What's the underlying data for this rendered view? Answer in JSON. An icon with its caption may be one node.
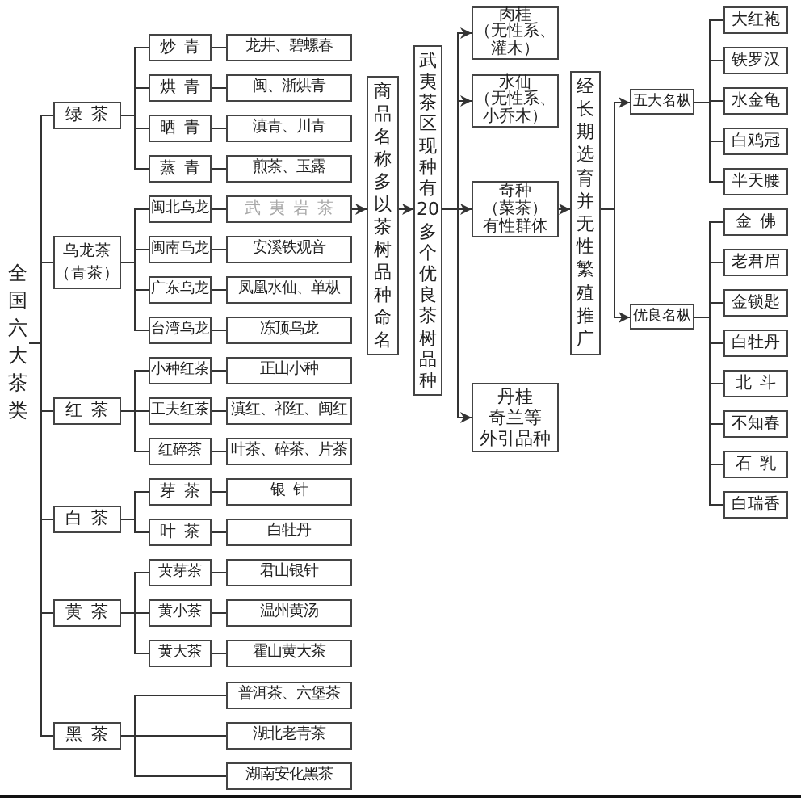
{
  "diagram": {
    "nodes": [
      {
        "text": [
          "全国六大茶类"
        ]
      },
      {
        "text": [
          "绿茶"
        ]
      },
      {
        "text": [
          "炒青"
        ]
      },
      {
        "text": [
          "龙井、碧螺春"
        ]
      },
      {
        "text": [
          "烘青"
        ]
      },
      {
        "text": [
          "闽、浙烘青"
        ]
      },
      {
        "text": [
          "晒青"
        ]
      },
      {
        "text": [
          "滇青、川青"
        ]
      },
      {
        "text": [
          "蒸青"
        ]
      },
      {
        "text": [
          "煎茶、玉露"
        ]
      },
      {
        "text": [
          "乌龙茶（青茶）"
        ]
      },
      {
        "text": [
          "闽北乌龙"
        ]
      },
      {
        "text": [
          "武夷岩茶"
        ]
      },
      {
        "text": [
          "闽南乌龙"
        ]
      },
      {
        "text": [
          "安溪铁观音"
        ]
      },
      {
        "text": [
          "广东乌龙"
        ]
      },
      {
        "text": [
          "凤凰水仙、单枞"
        ]
      },
      {
        "text": [
          "台湾乌龙"
        ]
      },
      {
        "text": [
          "冻顶乌龙"
        ]
      },
      {
        "text": [
          "红茶"
        ]
      },
      {
        "text": [
          "小种红茶"
        ]
      },
      {
        "text": [
          "正山小种"
        ]
      },
      {
        "text": [
          "工夫红茶"
        ]
      },
      {
        "text": [
          "滇红、祁红、闽红"
        ]
      },
      {
        "text": [
          "红碎茶"
        ]
      },
      {
        "text": [
          "叶茶、碎茶、片茶"
        ]
      },
      {
        "text": [
          "白茶"
        ]
      },
      {
        "text": [
          "芽茶"
        ]
      },
      {
        "text": [
          "银针"
        ]
      },
      {
        "text": [
          "叶茶"
        ]
      },
      {
        "text": [
          "白牡丹"
        ]
      },
      {
        "text": [
          "黄茶"
        ]
      },
      {
        "text": [
          "黄芽茶"
        ]
      },
      {
        "text": [
          "君山银针"
        ]
      },
      {
        "text": [
          "黄小茶"
        ]
      },
      {
        "text": [
          "温州黄汤"
        ]
      },
      {
        "text": [
          "黄大茶"
        ]
      },
      {
        "text": [
          "霍山黄大茶"
        ]
      },
      {
        "text": [
          "黑茶"
        ]
      },
      {
        "text": [
          "普洱茶、六堡茶"
        ]
      },
      {
        "text": [
          "湖北老青茶"
        ]
      },
      {
        "text": [
          "湖南安化黑茶"
        ]
      },
      {
        "text": [
          "商品名称多以茶树品种命名"
        ]
      },
      {
        "text": [
          "武夷茶区现种有20多个优良茶树品种"
        ]
      },
      {
        "text": [
          "肉桂",
          "（无性系、灌木）"
        ]
      },
      {
        "text": [
          "水仙",
          "（无性系、小乔木）"
        ]
      },
      {
        "text": [
          "奇种",
          "（菜茶）有性群体"
        ]
      },
      {
        "text": [
          "丹桂",
          "奇兰等",
          "外引品种"
        ]
      },
      {
        "text": [
          "经长期选育并无性繁殖推广"
        ]
      },
      {
        "text": [
          "五大名枞"
        ]
      },
      {
        "text": [
          "大红袍"
        ]
      },
      {
        "text": [
          "铁罗汉"
        ]
      },
      {
        "text": [
          "水金龟"
        ]
      },
      {
        "text": [
          "白鸡冠"
        ]
      },
      {
        "text": [
          "半天腰"
        ]
      },
      {
        "text": [
          "优良名枞"
        ]
      },
      {
        "text": [
          "金佛"
        ]
      },
      {
        "text": [
          "老君眉"
        ]
      },
      {
        "text": [
          "金锁匙"
        ]
      },
      {
        "text": [
          "白牡丹"
        ]
      },
      {
        "text": [
          "北斗"
        ]
      },
      {
        "text": [
          "不知春"
        ]
      },
      {
        "text": [
          "石乳"
        ]
      },
      {
        "text": [
          "白瑞香"
        ]
      }
    ],
    "edges": [
      {
        "from": 0,
        "to": 1,
        "arrow": "none"
      },
      {
        "from": 0,
        "to": 10,
        "arrow": "none"
      },
      {
        "from": 0,
        "to": 19,
        "arrow": "none"
      },
      {
        "from": 0,
        "to": 26,
        "arrow": "none"
      },
      {
        "from": 0,
        "to": 31,
        "arrow": "none"
      },
      {
        "from": 0,
        "to": 38,
        "arrow": "none"
      },
      {
        "from": 1,
        "to": 2,
        "arrow": "none"
      },
      {
        "from": 1,
        "to": 4,
        "arrow": "none"
      },
      {
        "from": 1,
        "to": 6,
        "arrow": "none"
      },
      {
        "from": 1,
        "to": 8,
        "arrow": "none"
      },
      {
        "from": 10,
        "to": 11,
        "arrow": "none"
      },
      {
        "from": 10,
        "to": 13,
        "arrow": "none"
      },
      {
        "from": 10,
        "to": 15,
        "arrow": "none"
      },
      {
        "from": 10,
        "to": 17,
        "arrow": "none"
      },
      {
        "from": 19,
        "to": 20,
        "arrow": "none"
      },
      {
        "from": 19,
        "to": 22,
        "arrow": "none"
      },
      {
        "from": 19,
        "to": 24,
        "arrow": "none"
      },
      {
        "from": 26,
        "to": 27,
        "arrow": "none"
      },
      {
        "from": 26,
        "to": 29,
        "arrow": "none"
      },
      {
        "from": 31,
        "to": 32,
        "arrow": "none"
      },
      {
        "from": 31,
        "to": 34,
        "arrow": "none"
      },
      {
        "from": 31,
        "to": 36,
        "arrow": "none"
      },
      {
        "from": 38,
        "to": 39,
        "arrow": "none"
      },
      {
        "from": 38,
        "to": 40,
        "arrow": "none"
      },
      {
        "from": 38,
        "to": 41,
        "arrow": "none"
      },
      {
        "from": 2,
        "to": 3,
        "arrow": "none"
      },
      {
        "from": 4,
        "to": 5,
        "arrow": "none"
      },
      {
        "from": 6,
        "to": 7,
        "arrow": "none"
      },
      {
        "from": 8,
        "to": 9,
        "arrow": "none"
      },
      {
        "from": 11,
        "to": 12,
        "arrow": "none"
      },
      {
        "from": 13,
        "to": 14,
        "arrow": "none"
      },
      {
        "from": 15,
        "to": 16,
        "arrow": "none"
      },
      {
        "from": 17,
        "to": 18,
        "arrow": "none"
      },
      {
        "from": 20,
        "to": 21,
        "arrow": "none"
      },
      {
        "from": 22,
        "to": 23,
        "arrow": "none"
      },
      {
        "from": 24,
        "to": 25,
        "arrow": "none"
      },
      {
        "from": 27,
        "to": 28,
        "arrow": "none"
      },
      {
        "from": 29,
        "to": 30,
        "arrow": "none"
      },
      {
        "from": 32,
        "to": 33,
        "arrow": "none"
      },
      {
        "from": 34,
        "to": 35,
        "arrow": "none"
      },
      {
        "from": 36,
        "to": 37,
        "arrow": "none"
      },
      {
        "from": 12,
        "to": 42,
        "arrow": "to"
      },
      {
        "from": 42,
        "to": 43,
        "arrow": "to"
      },
      {
        "from": 43,
        "to": 44,
        "arrow": "to"
      },
      {
        "from": 43,
        "to": 45,
        "arrow": "to"
      },
      {
        "from": 43,
        "to": 46,
        "arrow": "to"
      },
      {
        "from": 43,
        "to": 47,
        "arrow": "to"
      },
      {
        "from": 46,
        "to": 48,
        "arrow": "to"
      },
      {
        "from": 48,
        "to": 49,
        "arrow": "to"
      },
      {
        "from": 48,
        "to": 55,
        "arrow": "to"
      },
      {
        "from": 49,
        "to": 50,
        "arrow": "none"
      },
      {
        "from": 49,
        "to": 51,
        "arrow": "none"
      },
      {
        "from": 49,
        "to": 52,
        "arrow": "none"
      },
      {
        "from": 49,
        "to": 53,
        "arrow": "none"
      },
      {
        "from": 49,
        "to": 54,
        "arrow": "none"
      },
      {
        "from": 55,
        "to": 56,
        "arrow": "none"
      },
      {
        "from": 55,
        "to": 57,
        "arrow": "none"
      },
      {
        "from": 55,
        "to": 58,
        "arrow": "none"
      },
      {
        "from": 55,
        "to": 59,
        "arrow": "none"
      },
      {
        "from": 55,
        "to": 60,
        "arrow": "none"
      },
      {
        "from": 55,
        "to": 61,
        "arrow": "none"
      },
      {
        "from": 55,
        "to": 62,
        "arrow": "none"
      },
      {
        "from": 55,
        "to": 63,
        "arrow": "none"
      }
    ]
  }
}
